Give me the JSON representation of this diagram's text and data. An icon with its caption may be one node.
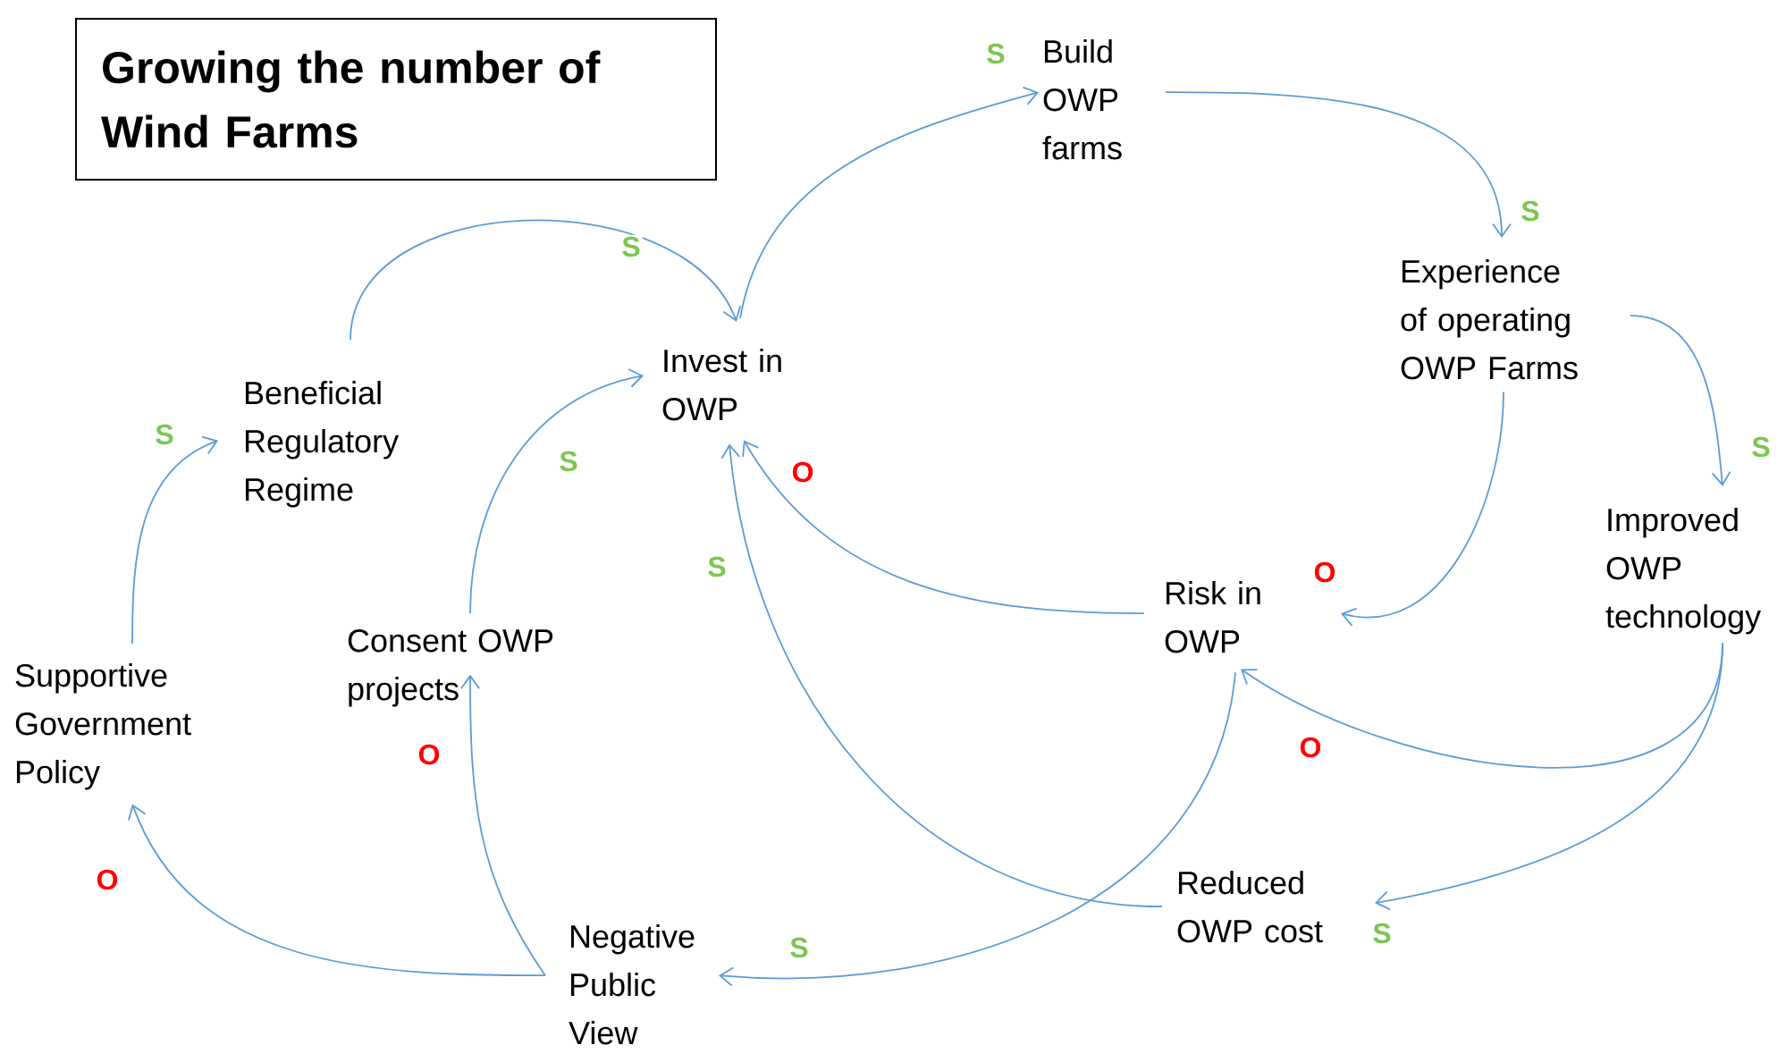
{
  "diagram": {
    "title": "Growing the number of Wind Farms",
    "nodes": [
      {
        "text": [
          "Build OWP farms"
        ]
      },
      {
        "text": [
          "Experience of operating OWP Farms"
        ]
      },
      {
        "text": [
          "Invest in OWP"
        ]
      },
      {
        "text": [
          "Beneficial Regulatory Regime"
        ]
      },
      {
        "text": [
          "Improved OWP technology"
        ]
      },
      {
        "text": [
          "Risk in OWP"
        ]
      },
      {
        "text": [
          "Supportive Government Policy"
        ]
      },
      {
        "text": [
          "Consent OWP projects"
        ]
      },
      {
        "text": [
          "Reduced OWP cost"
        ]
      },
      {
        "text": [
          "Negative Public View"
        ]
      }
    ],
    "edges": [
      {
        "from": 2,
        "to": 0,
        "arrow": "to",
        "label": "S"
      },
      {
        "from": 0,
        "to": 1,
        "arrow": "to",
        "label": "S"
      },
      {
        "from": 1,
        "to": 4,
        "arrow": "to",
        "label": "S"
      },
      {
        "from": 1,
        "to": 5,
        "arrow": "to",
        "label": "O"
      },
      {
        "from": 4,
        "to": 5,
        "arrow": "to",
        "label": "O"
      },
      {
        "from": 4,
        "to": 8,
        "arrow": "to",
        "label": "S"
      },
      {
        "from": 5,
        "to": 2,
        "arrow": "to",
        "label": "O"
      },
      {
        "from": 8,
        "to": 2,
        "arrow": "to",
        "label": "S"
      },
      {
        "from": 5,
        "to": 9,
        "arrow": "to",
        "label": "S"
      },
      {
        "from": 3,
        "to": 2,
        "arrow": "to",
        "label": "S"
      },
      {
        "from": 7,
        "to": 2,
        "arrow": "to",
        "label": "S"
      },
      {
        "from": 6,
        "to": 3,
        "arrow": "to",
        "label": "S"
      },
      {
        "from": 9,
        "to": 6,
        "arrow": "to",
        "label": "O"
      },
      {
        "from": 9,
        "to": 7,
        "arrow": "to",
        "label": "O"
      }
    ]
  }
}
